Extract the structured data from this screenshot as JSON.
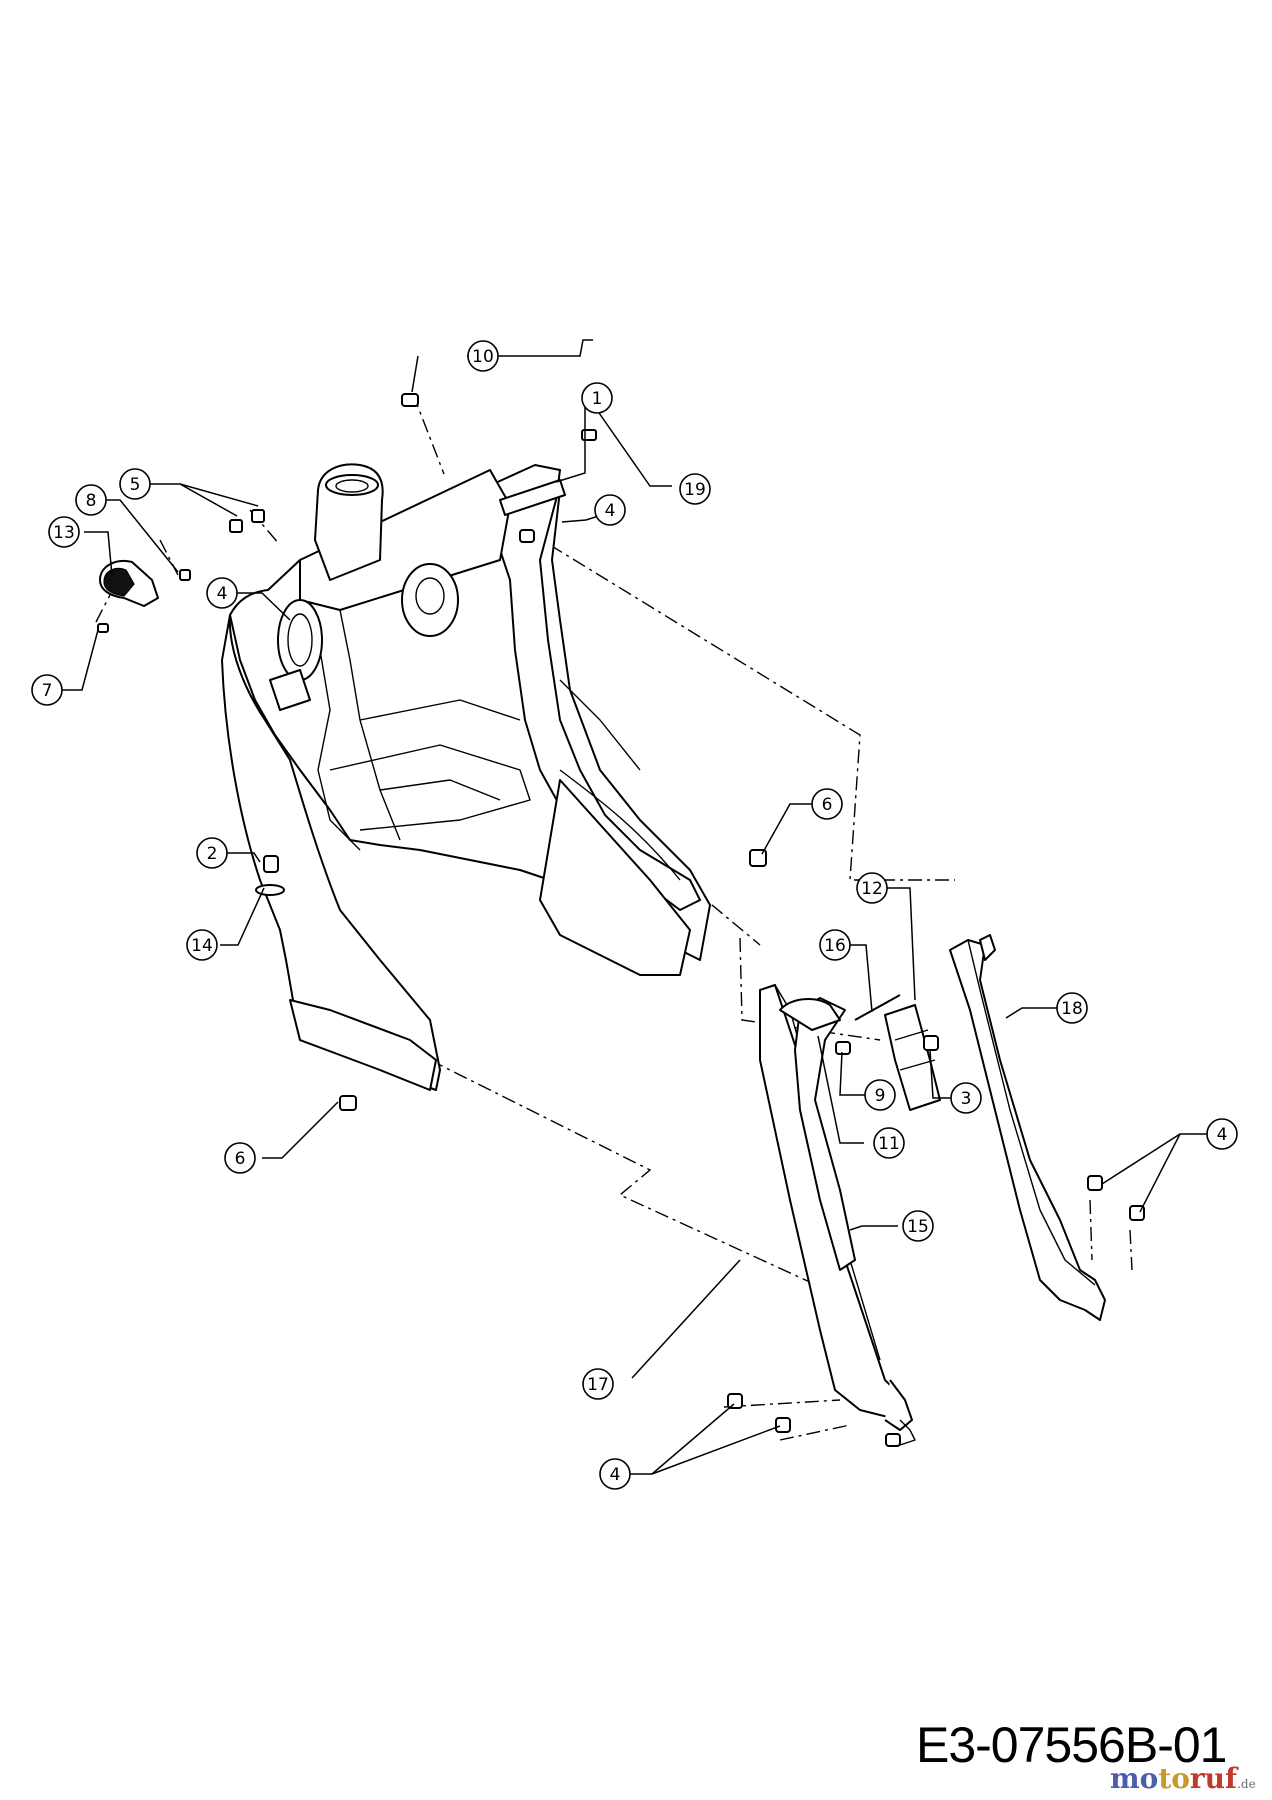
{
  "drawing_code": "E3-07556B-01",
  "watermark": {
    "part1": "mo",
    "part2": "to",
    "part3": "ruf",
    "suffix": ".de"
  },
  "callouts": [
    "1",
    "2",
    "3",
    "4",
    "5",
    "6",
    "7",
    "8",
    "9",
    "10",
    "11",
    "12",
    "13",
    "14",
    "15",
    "16",
    "17",
    "18",
    "19"
  ]
}
